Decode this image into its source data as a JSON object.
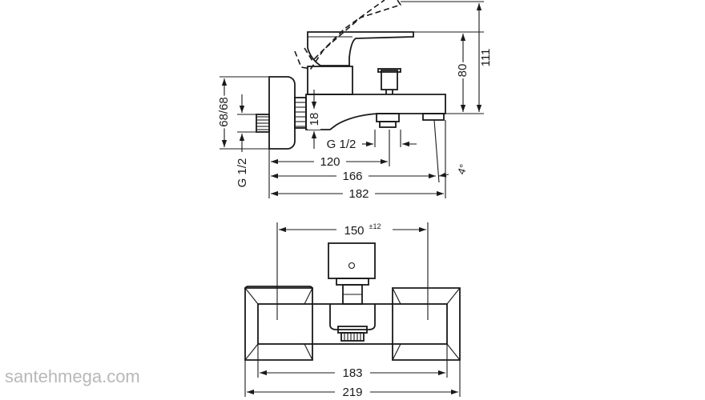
{
  "side_view": {
    "dim_111": "111",
    "dim_80": "80",
    "dim_68_68": "68/68",
    "dim_18": "18",
    "dim_g12_horizontal": "G 1/2",
    "dim_g12_vertical": "G 1/2",
    "dim_120": "120",
    "dim_166": "166",
    "dim_182": "182",
    "dim_angle": "4°"
  },
  "front_view": {
    "dim_150": "150",
    "dim_150_tolerance": "±12",
    "dim_183": "183",
    "dim_219": "219"
  },
  "watermark": "santehmega.com"
}
